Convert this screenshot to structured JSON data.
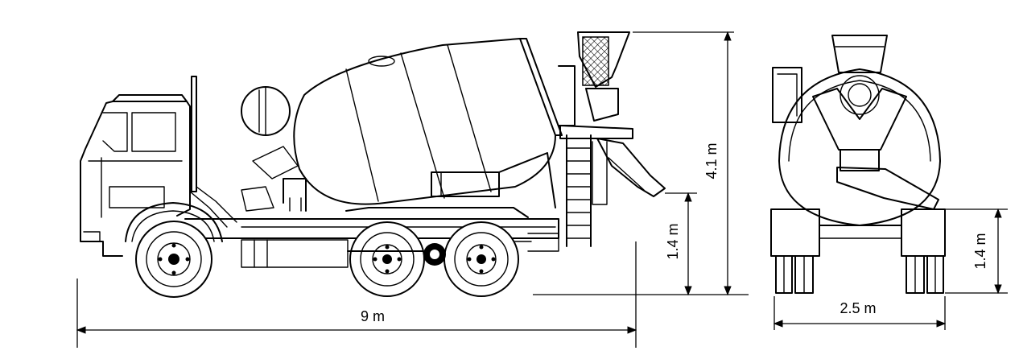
{
  "dimensions": {
    "overall_length": "9 m",
    "overall_height": "4.1 m",
    "chute_height": "1.4 m",
    "overall_width": "2.5 m",
    "rear_height": "1.4 m"
  },
  "colors": {
    "ink": "#000000",
    "paper": "#ffffff"
  }
}
